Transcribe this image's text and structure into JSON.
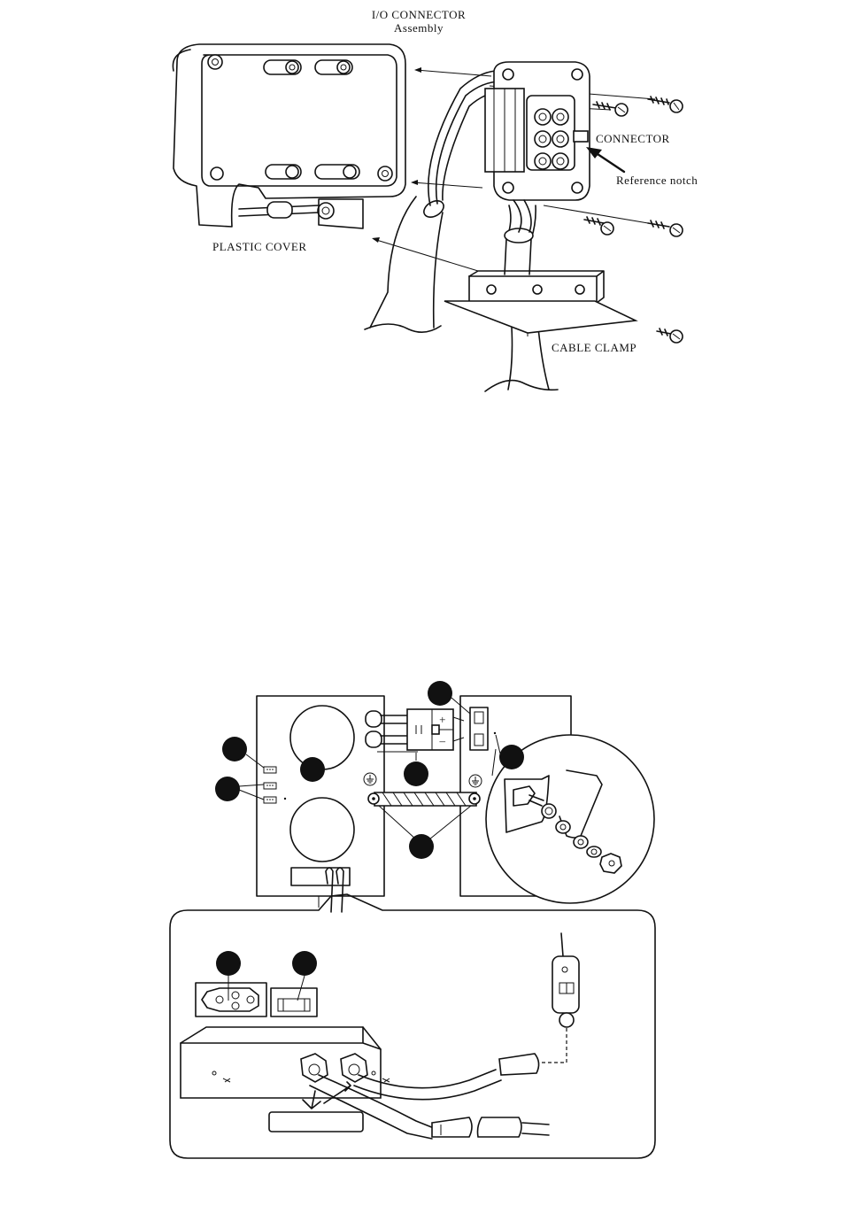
{
  "top_figure": {
    "title_line1": "I/O CONNECTOR",
    "title_line2": "Assembly",
    "labels": {
      "connector": "CONNECTOR",
      "reference_notch": "Reference notch",
      "plastic_cover": "PLASTIC COVER",
      "cable_clamp": "CABLE CLAMP"
    }
  },
  "bottom_figure": {
    "polarity_plus": "+",
    "polarity_minus": "–"
  }
}
